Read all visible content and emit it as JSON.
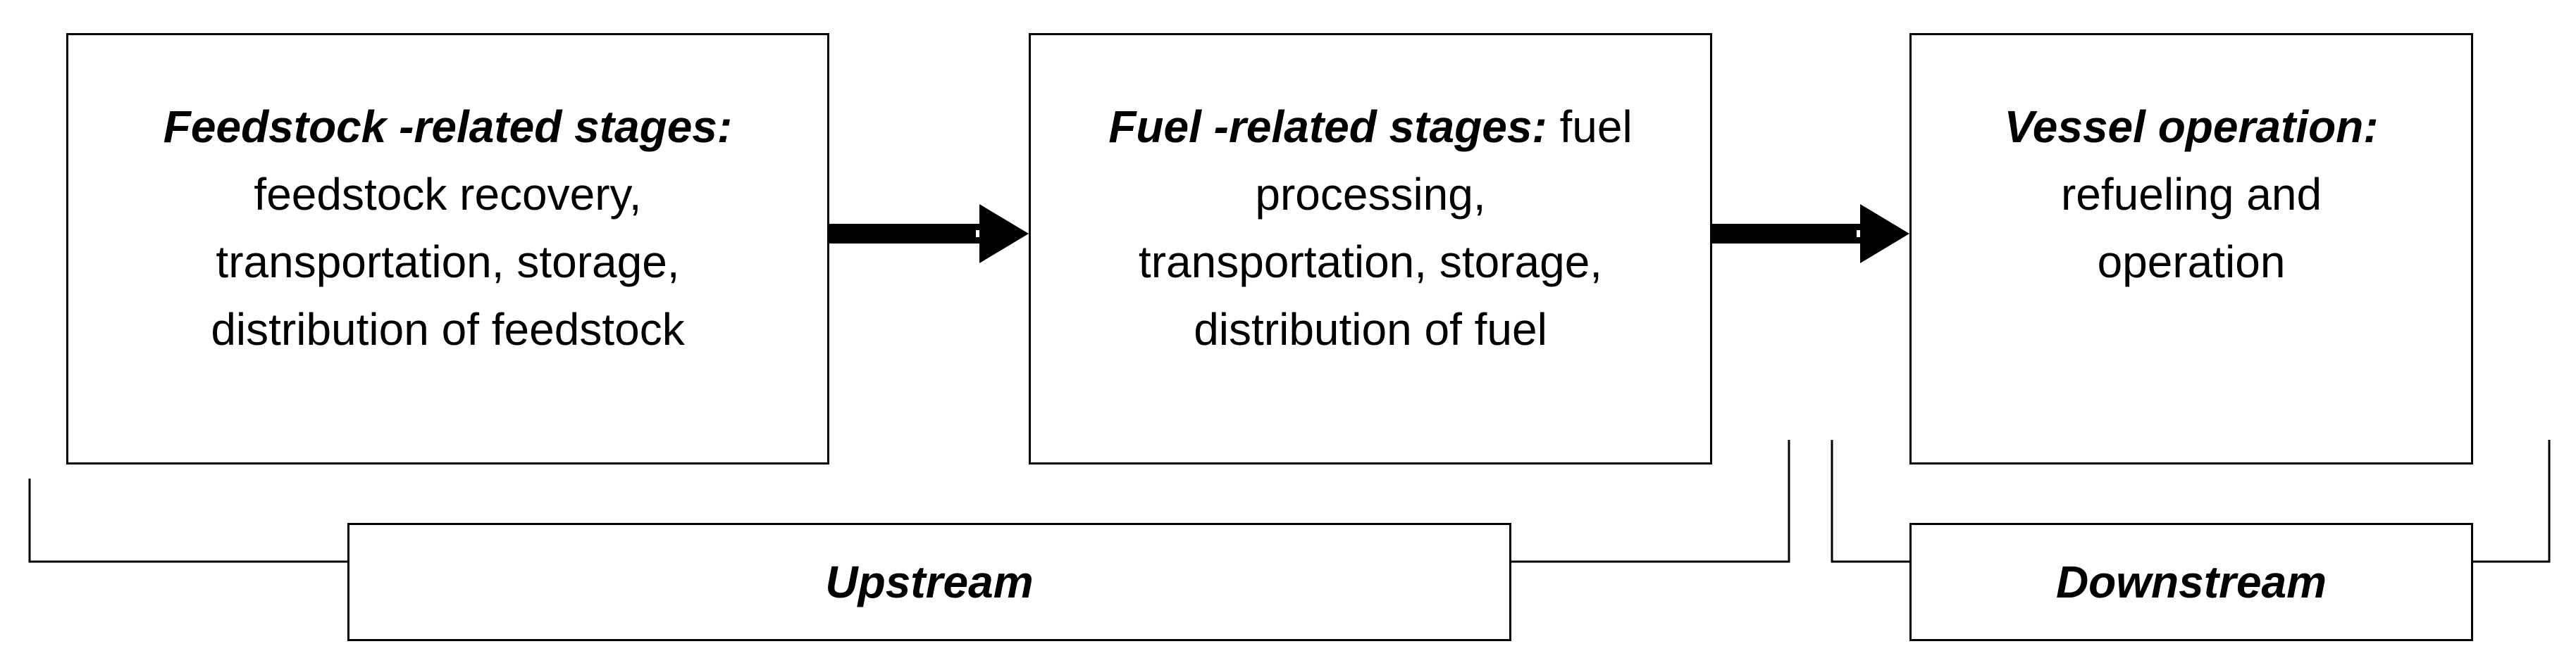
{
  "stages": [
    {
      "heading": "Feedstock -related stages:",
      "lines": [
        "feedstock recovery,",
        "transportation, storage,",
        "distribution of feedstock"
      ]
    },
    {
      "heading": "Fuel -related stages:",
      "lines": [
        "fuel",
        "processing,",
        "transportation, storage,",
        "distribution of fuel"
      ]
    },
    {
      "heading": "Vessel operation:",
      "lines": [
        "refueling and",
        "operation"
      ]
    }
  ],
  "groups": {
    "upstream": "Upstream",
    "downstream": "Downstream"
  },
  "colors": {
    "line": "#000000",
    "background": "#ffffff"
  }
}
